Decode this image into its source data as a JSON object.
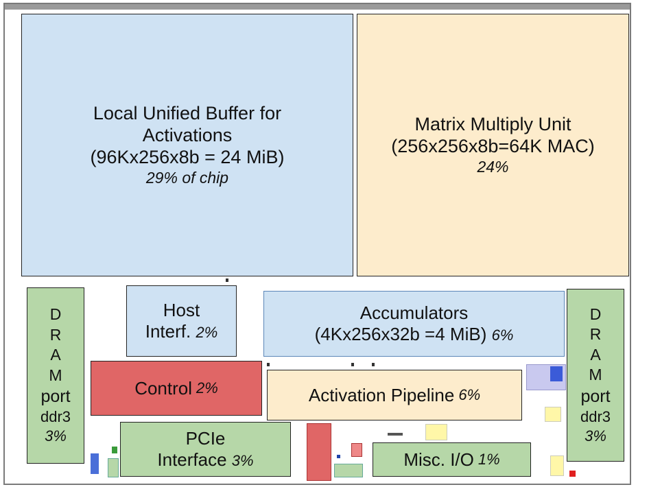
{
  "lub": {
    "line1": "Local Unified Buffer for",
    "line2": "Activations",
    "line3": "(96Kx256x8b = 24 MiB)",
    "pct": "29% of chip"
  },
  "mmu": {
    "line1": "Matrix Multiply Unit",
    "line2": "(256x256x8b=64K MAC)",
    "pct": "24%"
  },
  "dram_left": {
    "letters": [
      "D",
      "R",
      "A",
      "M"
    ],
    "port": "port",
    "ddr": "ddr3",
    "pct": "3%"
  },
  "dram_right": {
    "letters": [
      "D",
      "R",
      "A",
      "M"
    ],
    "port": "port",
    "ddr": "ddr3",
    "pct": "3%"
  },
  "host": {
    "line1": "Host",
    "line2": "Interf.",
    "pct": "2%"
  },
  "accumulators": {
    "line1": "Accumulators",
    "line2": "(4Kx256x32b =4 MiB)",
    "pct": "6%"
  },
  "control": {
    "label": "Control",
    "pct": "2%"
  },
  "activation_pipeline": {
    "label": "Activation Pipeline",
    "pct": "6%"
  },
  "pcie": {
    "line1": "PCIe",
    "line2": "Interface",
    "pct": "3%"
  },
  "misc_io": {
    "label": "Misc. I/O",
    "pct": "1%"
  },
  "colors": {
    "memory_blue": "#cfe2f3",
    "compute_tan": "#fdeccc",
    "io_green": "#b6d7a8",
    "control_red": "#e06666"
  }
}
